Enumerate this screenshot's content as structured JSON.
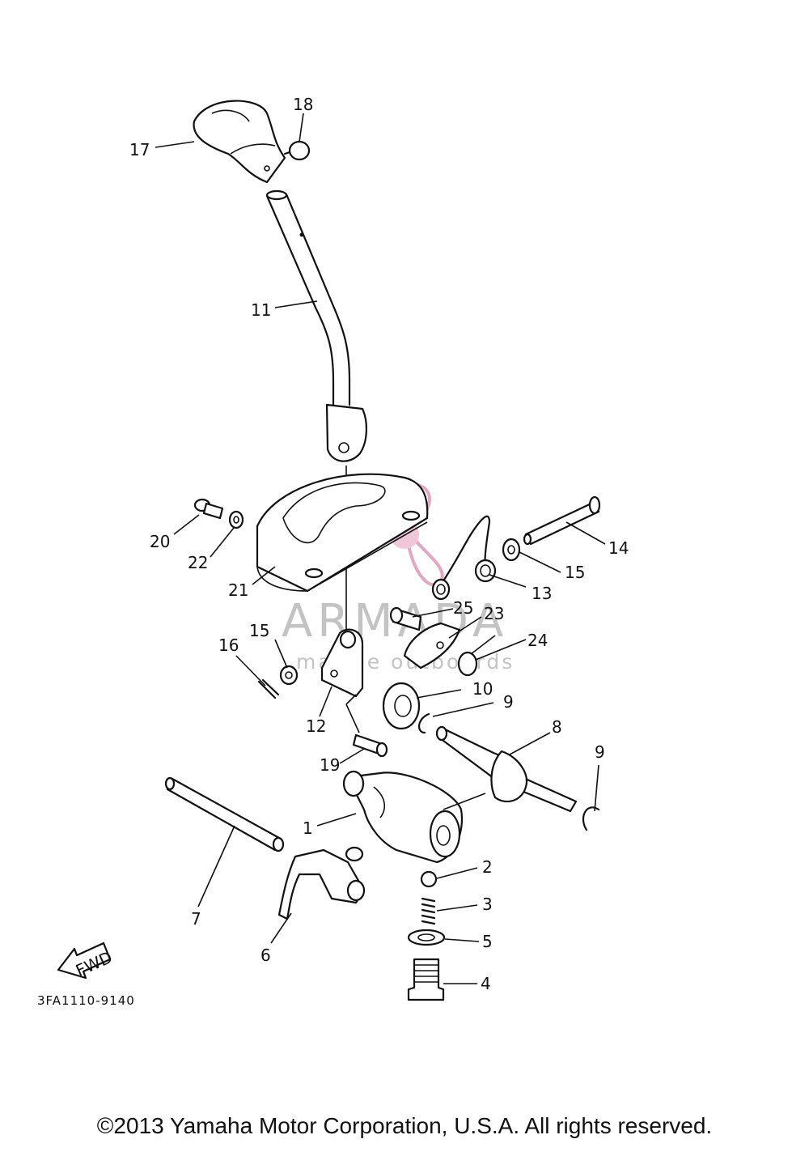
{
  "diagram": {
    "diagram_code": "3FA1110-9140",
    "fwd_label": "FWD",
    "copyright": "©2013 Yamaha Motor Corporation, U.S.A. All rights reserved.",
    "watermark": {
      "brand": "ARMADA",
      "tagline": "marine outboards",
      "color": "#e8a9c4"
    },
    "part_labels": {
      "p1": "1",
      "p2": "2",
      "p3": "3",
      "p4": "4",
      "p5": "5",
      "p6": "6",
      "p7": "7",
      "p8": "8",
      "p9a": "9",
      "p9b": "9",
      "p10": "10",
      "p11": "11",
      "p12": "12",
      "p13": "13",
      "p14": "14",
      "p15a": "15",
      "p15b": "15",
      "p16": "16",
      "p17": "17",
      "p18": "18",
      "p19": "19",
      "p20": "20",
      "p21": "21",
      "p22": "22",
      "p23": "23",
      "p24": "24",
      "p25": "25"
    }
  }
}
